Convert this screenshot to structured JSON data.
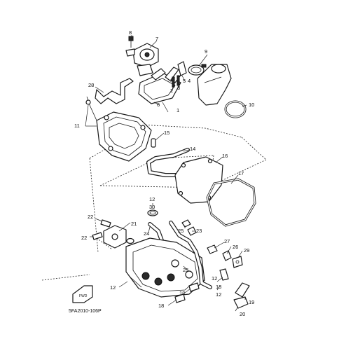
{
  "diagram": {
    "code": "5FA2010-106P",
    "front_marker": "FWD",
    "callouts": [
      "1",
      "2",
      "3",
      "4",
      "5",
      "6",
      "7",
      "8",
      "9",
      "10",
      "11",
      "12",
      "13",
      "14",
      "15",
      "16",
      "17",
      "18",
      "19",
      "20",
      "21",
      "22",
      "23",
      "24",
      "25",
      "26",
      "27",
      "28",
      "29",
      "30"
    ]
  }
}
